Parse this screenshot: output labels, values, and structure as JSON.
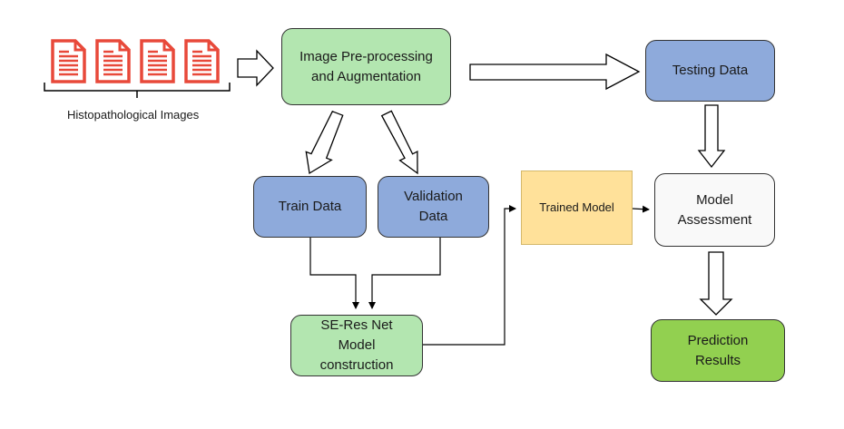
{
  "diagram": {
    "caption": "Histopathological Images",
    "nodes": {
      "preprocess": {
        "label": "Image Pre-processing\nand Augmentation",
        "color": "#b3e6b0"
      },
      "testing": {
        "label": "Testing Data",
        "color": "#8eaadb"
      },
      "train": {
        "label": "Train Data",
        "color": "#8eaadb"
      },
      "validation": {
        "label": "Validation\nData",
        "color": "#8eaadb"
      },
      "trained": {
        "label": "Trained Model",
        "color": "#ffe19a"
      },
      "assessment": {
        "label": "Model\nAssessment",
        "color": "#f9f9f9"
      },
      "seresnet": {
        "label": "SE-Res Net\nModel\nconstruction",
        "color": "#b3e6b0"
      },
      "prediction": {
        "label": "Prediction\nResults",
        "color": "#92d050"
      }
    },
    "doc_icon_color": "#e8493a",
    "doc_icon_count": 4
  }
}
